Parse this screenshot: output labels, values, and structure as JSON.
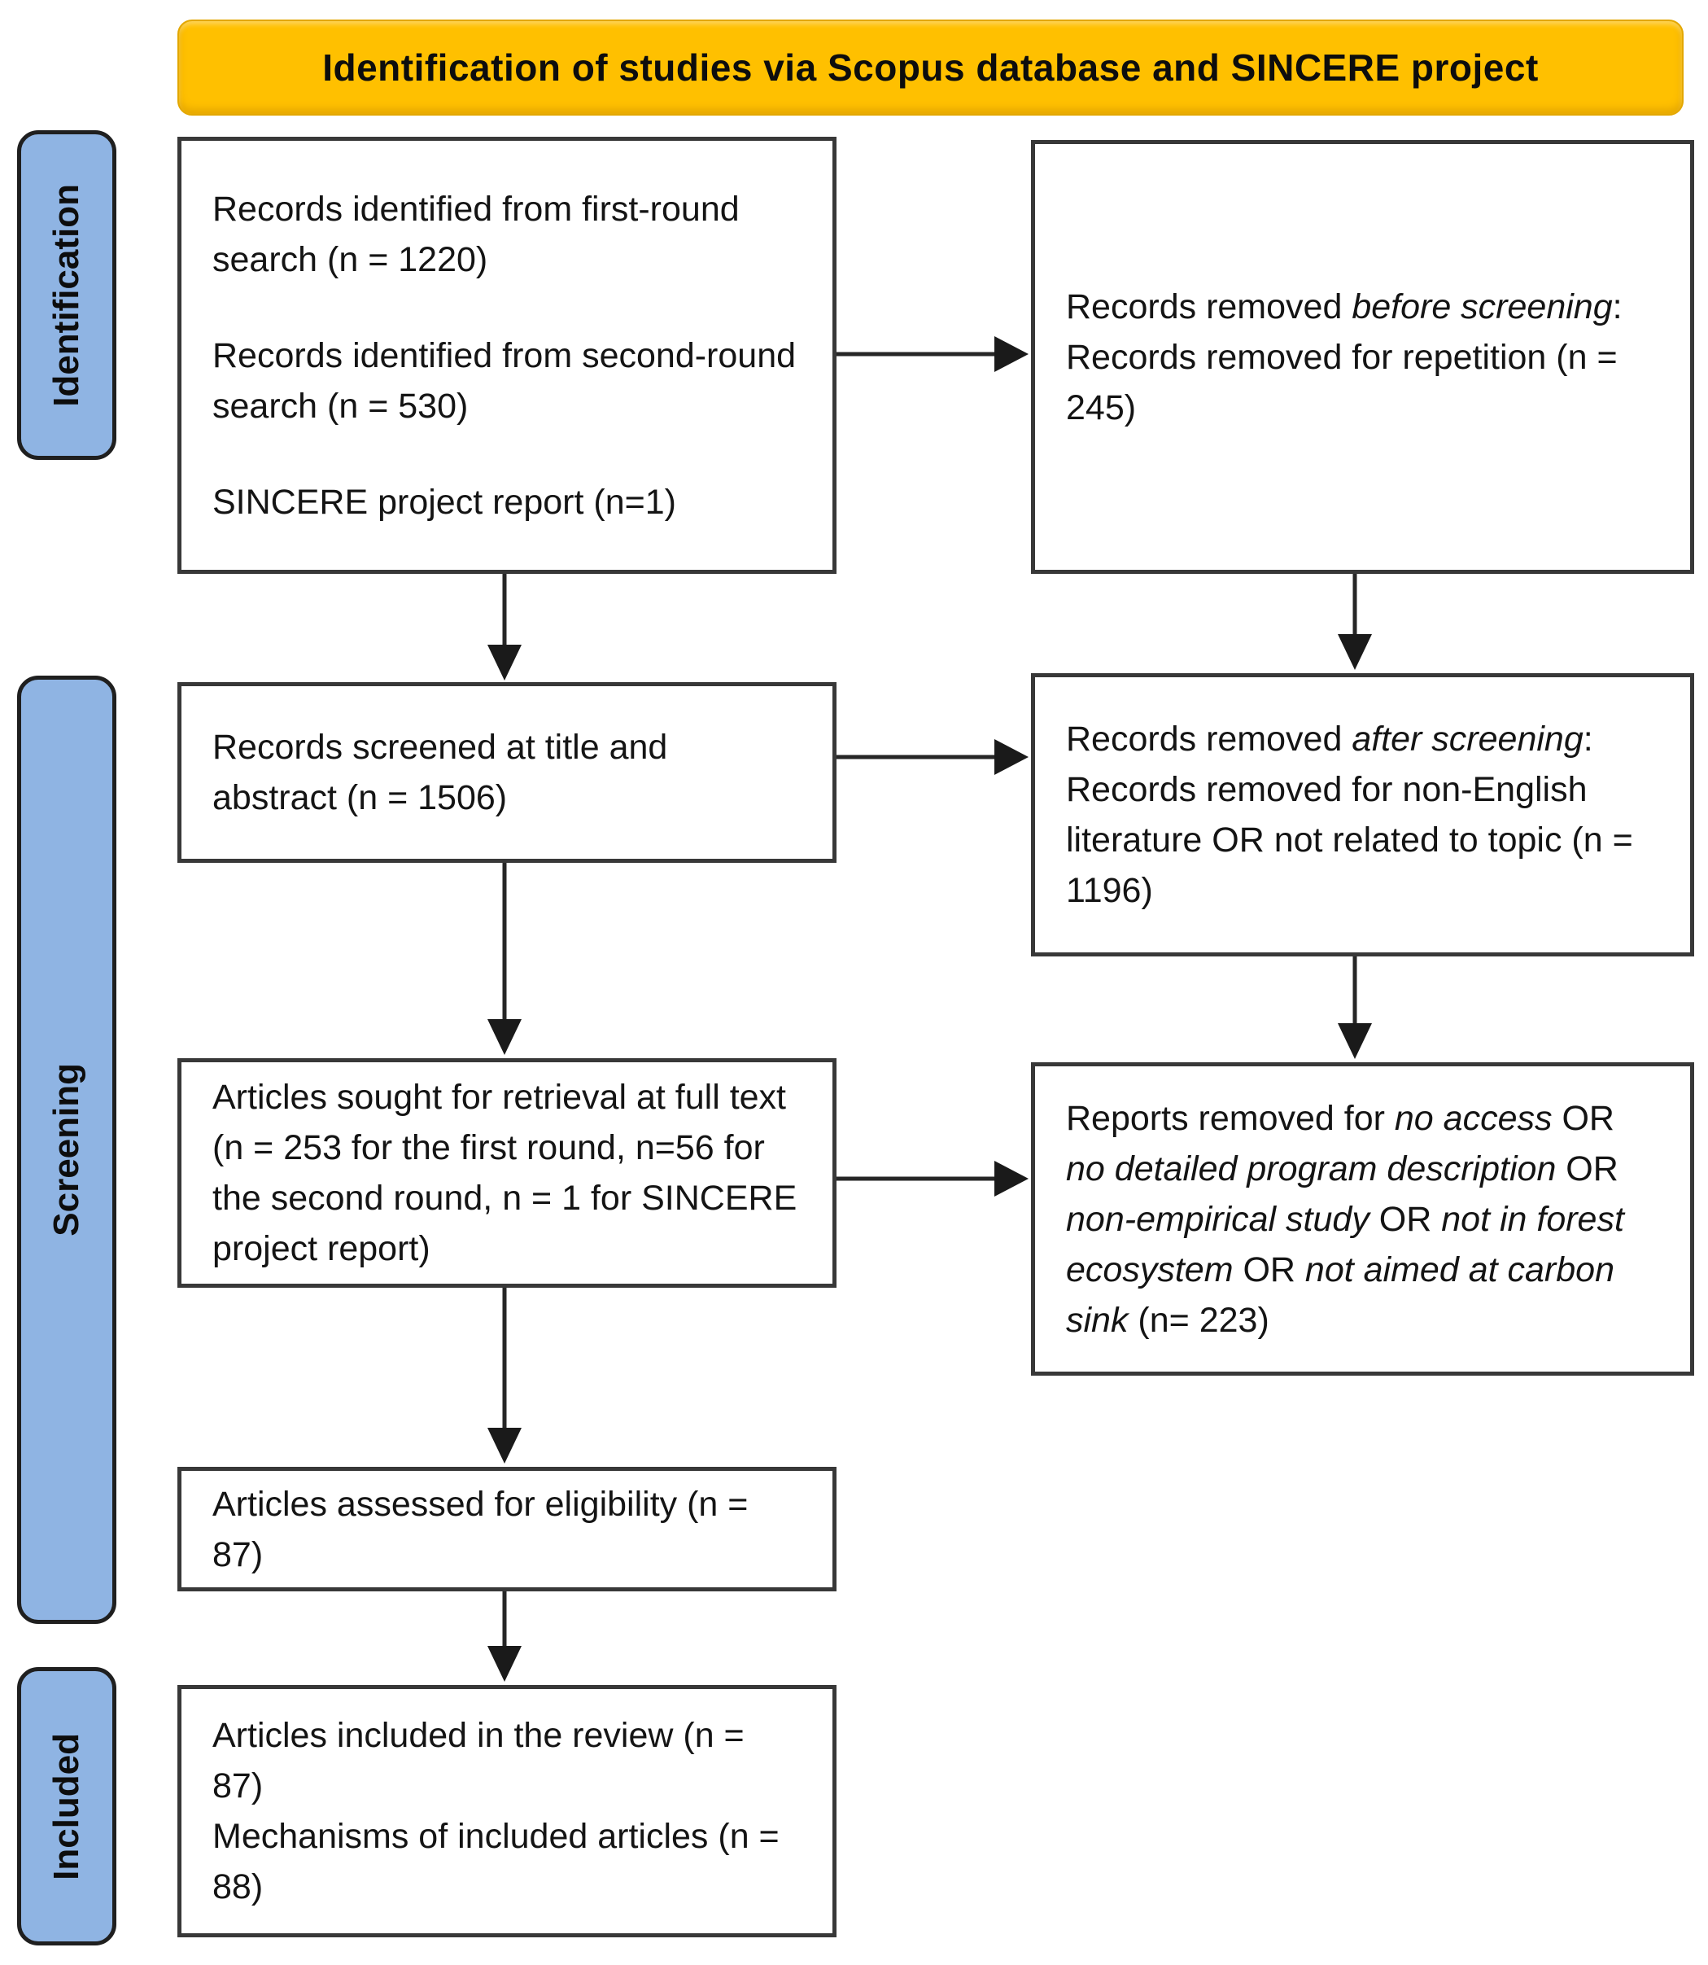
{
  "banner": {
    "title": "Identification of studies via Scopus database and SINCERE project",
    "bg_color": "#FFC000"
  },
  "stages": [
    {
      "label": "Identification"
    },
    {
      "label": "Screening"
    },
    {
      "label": "Included"
    }
  ],
  "stage_color": "#8FB4E3",
  "boxes": {
    "identified": {
      "paragraphs": [
        "Records identified from first-round search (n = 1220)",
        "Records identified from second-round search (n = 530)",
        "SINCERE project report (n=1)"
      ]
    },
    "removed_before": {
      "heading": [
        {
          "t": "Records removed ",
          "i": false
        },
        {
          "t": "before screening",
          "i": true
        },
        {
          "t": ":",
          "i": false
        }
      ],
      "detail": "Records removed for repetition (n = 245)"
    },
    "screened": {
      "text": "Records screened at title and abstract (n = 1506)"
    },
    "removed_after": {
      "heading": [
        {
          "t": "Records removed ",
          "i": false
        },
        {
          "t": "after screening",
          "i": true
        },
        {
          "t": ":",
          "i": false
        }
      ],
      "detail": "Records removed for non-English literature OR not related to topic (n = 1196)"
    },
    "sought": {
      "text": "Articles sought for retrieval at full text (n = 253 for the first round, n=56 for the second round, n = 1 for SINCERE project report)"
    },
    "reports_removed": {
      "segments": [
        {
          "t": "Reports removed for ",
          "i": false
        },
        {
          "t": "no access",
          "i": true
        },
        {
          "t": " OR ",
          "i": false
        },
        {
          "t": "no detailed program description",
          "i": true
        },
        {
          "t": " OR ",
          "i": false
        },
        {
          "t": "non-empirical study",
          "i": true
        },
        {
          "t": " OR ",
          "i": false
        },
        {
          "t": "not in forest ecosystem",
          "i": true
        },
        {
          "t": " OR ",
          "i": false
        },
        {
          "t": "not aimed at carbon sink",
          "i": true
        },
        {
          "t": " (n= 223)",
          "i": false
        }
      ]
    },
    "assessed": {
      "text": "Articles assessed for eligibility (n = 87)"
    },
    "included": {
      "lines": [
        "Articles included in the review (n = 87)",
        "Mechanisms of included articles (n = 88)"
      ]
    }
  }
}
